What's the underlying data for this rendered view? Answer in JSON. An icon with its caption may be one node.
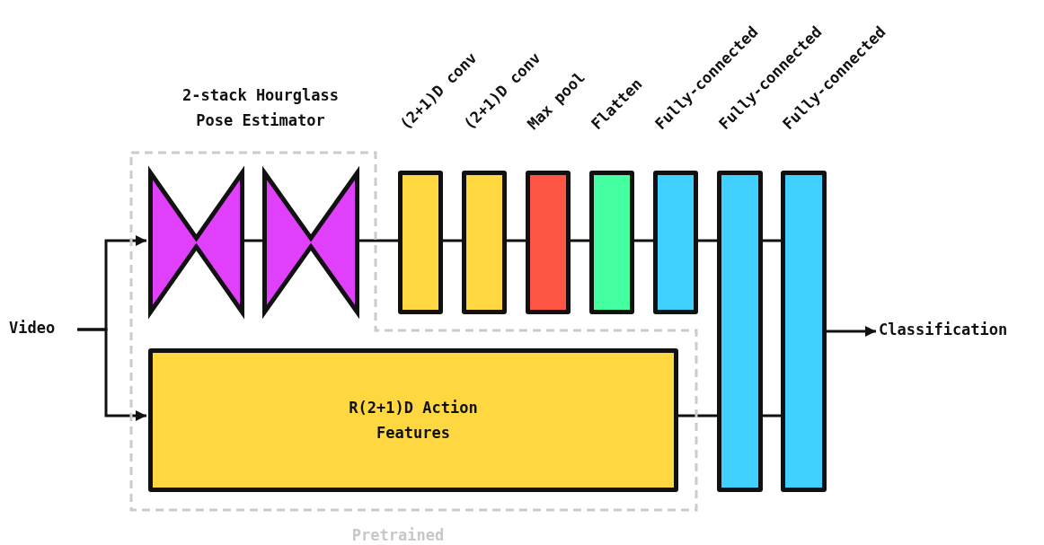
{
  "diagram": {
    "nodes": [
      {
        "text": [
          "Pretrained"
        ]
      },
      {
        "text": [
          "Video"
        ]
      },
      {
        "text": [],
        "shape": "hourglass",
        "in": 0
      },
      {
        "text": [],
        "shape": "hourglass",
        "in": 0
      },
      {
        "text": [
          "(2+1)D conv"
        ]
      },
      {
        "text": [
          "(2+1)D conv"
        ]
      },
      {
        "text": [
          "Max pool"
        ]
      },
      {
        "text": [
          "Flatten"
        ]
      },
      {
        "text": [
          "Fully-connected"
        ]
      },
      {
        "text": [
          "Fully-connected"
        ]
      },
      {
        "text": [
          "Fully-connected"
        ]
      },
      {
        "text": [
          "R(2+1)D Action Features"
        ],
        "in": 0
      },
      {
        "text": [
          "Classification"
        ]
      }
    ],
    "edges": [
      {
        "from": 1,
        "to": 2,
        "arrow": "to"
      },
      {
        "from": 1,
        "to": 11,
        "arrow": "to"
      },
      {
        "from": 2,
        "to": 3,
        "arrow": "none"
      },
      {
        "from": 3,
        "to": 4,
        "arrow": "none"
      },
      {
        "from": 4,
        "to": 5,
        "arrow": "none"
      },
      {
        "from": 5,
        "to": 6,
        "arrow": "none"
      },
      {
        "from": 6,
        "to": 7,
        "arrow": "none"
      },
      {
        "from": 7,
        "to": 8,
        "arrow": "none"
      },
      {
        "from": 8,
        "to": 9,
        "arrow": "none"
      },
      {
        "from": 9,
        "to": 10,
        "arrow": "none"
      },
      {
        "from": 11,
        "to": 9,
        "arrow": "none"
      },
      {
        "from": 9,
        "to": 10,
        "arrow": "none"
      },
      {
        "from": 10,
        "to": 12,
        "arrow": "to"
      }
    ],
    "labels": [
      "2-stack Hourglass Pose Estimator"
    ]
  }
}
